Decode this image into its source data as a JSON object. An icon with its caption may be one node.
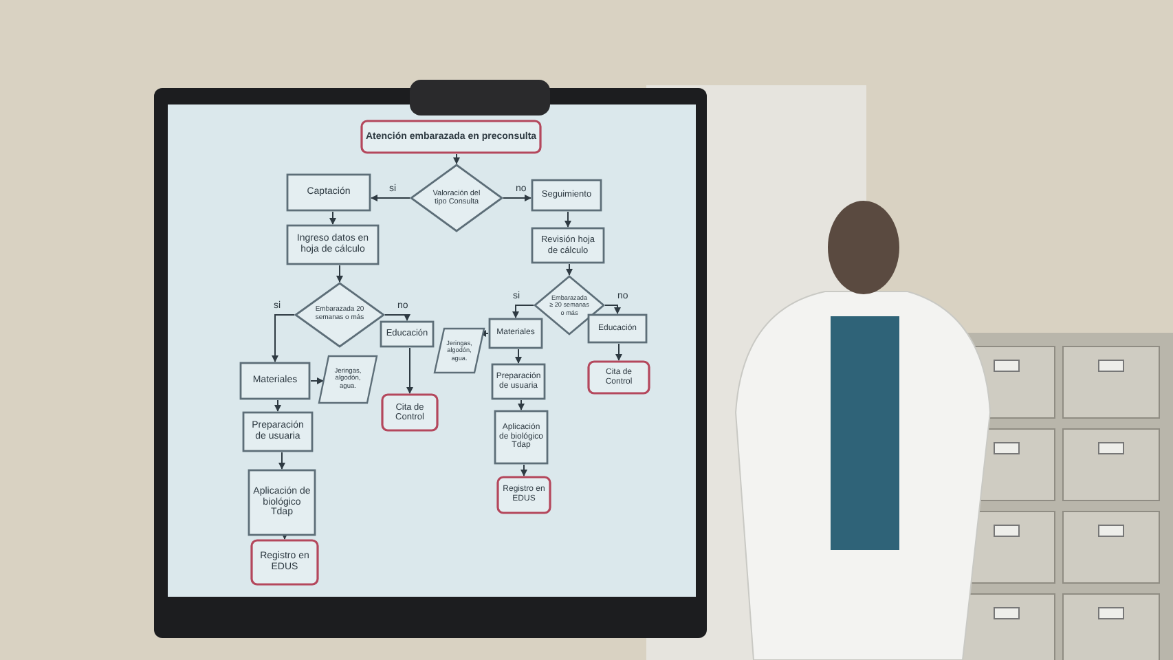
{
  "diagram": {
    "nodes": [
      {
        "text": [
          "Atención embarazada en preconsulta"
        ]
      },
      {
        "text": [
          "Valoración del tipo Consulta"
        ]
      },
      {
        "text": [
          "Captación"
        ]
      },
      {
        "text": [
          "Seguimiento"
        ]
      },
      {
        "text": [
          "Ingreso datos en hoja de cálculo"
        ]
      },
      {
        "text": [
          "Revisión hoja de cálculo"
        ]
      },
      {
        "text": [
          "Embarazada 20 semanas o más"
        ]
      },
      {
        "text": [
          "Embarazada ≥ 20 semanas o más"
        ]
      },
      {
        "text": [
          "Educación"
        ]
      },
      {
        "text": [
          "Materiales"
        ]
      },
      {
        "text": [
          "Jeringas, algodón, agua."
        ]
      },
      {
        "text": [
          "Jeringas, algodón, agua."
        ]
      },
      {
        "text": [
          "Materiales"
        ]
      },
      {
        "text": [
          "Educación"
        ]
      },
      {
        "text": [
          "Cita de Control"
        ]
      },
      {
        "text": [
          "Cita de Control"
        ]
      },
      {
        "text": [
          "Preparación de usuaria"
        ]
      },
      {
        "text": [
          "Preparación de usuaria"
        ]
      },
      {
        "text": [
          "Aplicación de biológico Tdap"
        ]
      },
      {
        "text": [
          "Aplicación de biológico Tdap"
        ]
      },
      {
        "text": [
          "Registro en EDUS"
        ]
      },
      {
        "text": [
          "Registro en EDUS"
        ]
      }
    ],
    "edges": [
      {
        "from": 0,
        "to": 1,
        "arrow": "to"
      },
      {
        "from": 1,
        "to": 2,
        "arrow": "to",
        "label": "si"
      },
      {
        "from": 1,
        "to": 3,
        "arrow": "to",
        "label": "no"
      },
      {
        "from": 2,
        "to": 4,
        "arrow": "to"
      },
      {
        "from": 3,
        "to": 5,
        "arrow": "to"
      },
      {
        "from": 4,
        "to": 6,
        "arrow": "to"
      },
      {
        "from": 5,
        "to": 7,
        "arrow": "to"
      },
      {
        "from": 6,
        "to": 9,
        "arrow": "to",
        "label": "si"
      },
      {
        "from": 6,
        "to": 8,
        "arrow": "to",
        "label": "no"
      },
      {
        "from": 7,
        "to": 12,
        "arrow": "to",
        "label": "si"
      },
      {
        "from": 7,
        "to": 13,
        "arrow": "to",
        "label": "no"
      },
      {
        "from": 9,
        "to": 10,
        "arrow": "to"
      },
      {
        "from": 12,
        "to": 11,
        "arrow": "to"
      },
      {
        "from": 8,
        "to": 14,
        "arrow": "to"
      },
      {
        "from": 13,
        "to": 15,
        "arrow": "to"
      },
      {
        "from": 9,
        "to": 16,
        "arrow": "to"
      },
      {
        "from": 16,
        "to": 18,
        "arrow": "to"
      },
      {
        "from": 18,
        "to": 20,
        "arrow": "to"
      },
      {
        "from": 12,
        "to": 17,
        "arrow": "to"
      },
      {
        "from": 17,
        "to": 19,
        "arrow": "to"
      },
      {
        "from": 19,
        "to": 21,
        "arrow": "to"
      }
    ]
  }
}
